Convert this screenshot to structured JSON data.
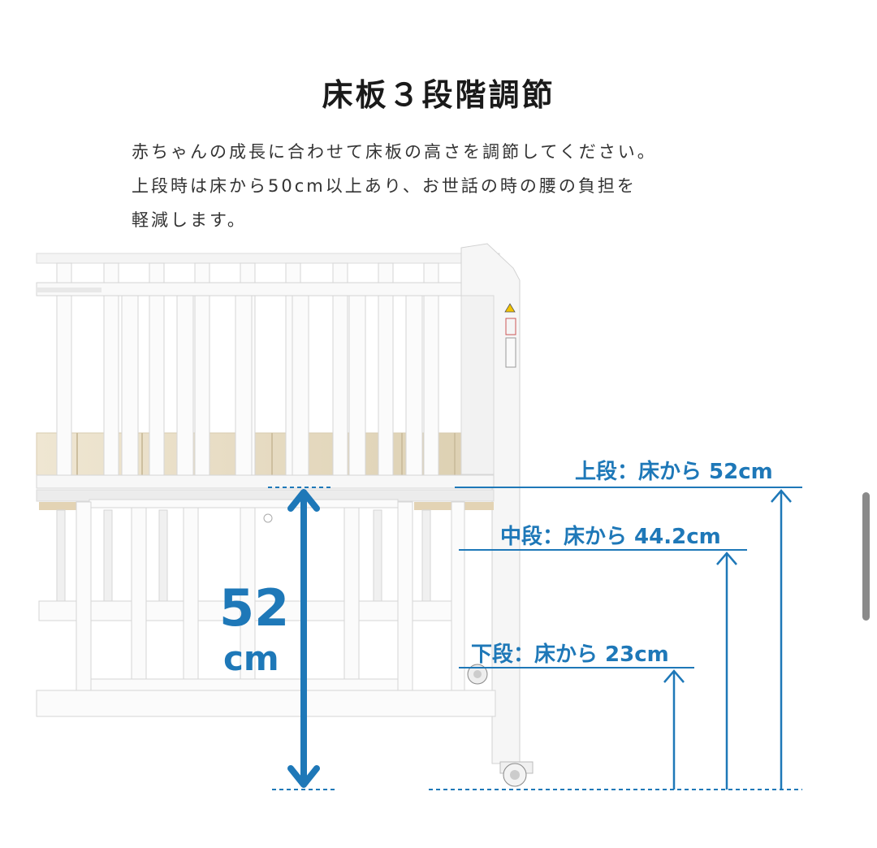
{
  "heading": "床板３段階調節",
  "description": [
    "赤ちゃんの成長に合わせて床板の高さを調節してください。",
    "上段時は床から50cm以上あり、お世話の時の腰の負担を",
    "軽減します。"
  ],
  "levels": {
    "upper": "上段：床から 52cm",
    "middle": "中段：床から 44.2cm",
    "lower": "下段：床から 23cm"
  },
  "highlight": {
    "value": "52",
    "unit": "cm"
  },
  "colors": {
    "accent": "#1e78b8",
    "wood": "#e8dcc2",
    "frame": "#f7f7f7"
  }
}
